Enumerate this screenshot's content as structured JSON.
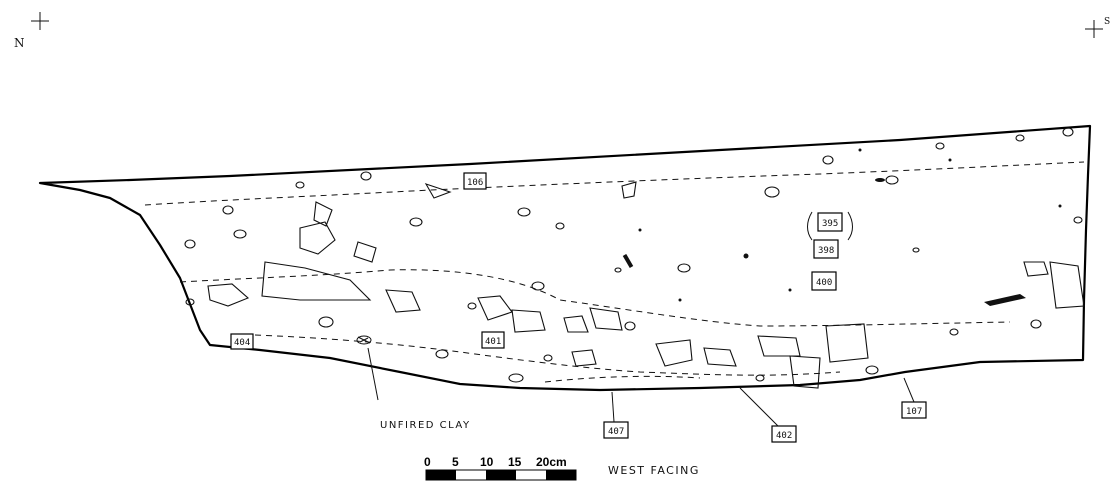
{
  "orientation": {
    "north_label": "N",
    "south_label": "S",
    "facing_label": "WEST FACING"
  },
  "scale_bar": {
    "ticks": [
      "0",
      "5",
      "10",
      "15",
      "20cm"
    ]
  },
  "contexts": [
    {
      "id": "ctx-395",
      "label": "395"
    },
    {
      "id": "ctx-398",
      "label": "398"
    },
    {
      "id": "ctx-400",
      "label": "400"
    },
    {
      "id": "ctx-401",
      "label": "401"
    },
    {
      "id": "ctx-402",
      "label": "402"
    },
    {
      "id": "ctx-404",
      "label": "404"
    },
    {
      "id": "ctx-106",
      "label": "106"
    },
    {
      "id": "ctx-107",
      "label": "107"
    },
    {
      "id": "ctx-407",
      "label": "407"
    }
  ],
  "annotations": {
    "unfired_clay": "UNFIRED CLAY"
  }
}
